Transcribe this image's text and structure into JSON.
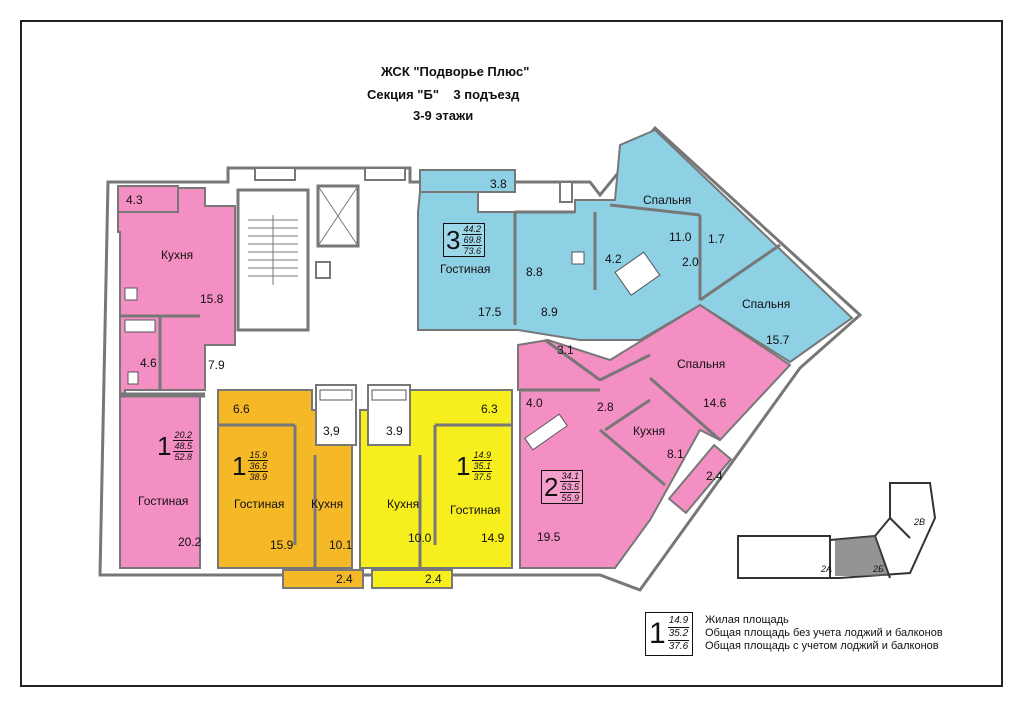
{
  "title": {
    "line1": "ЖСК \"Подворье Плюс\"",
    "line2": "Секция \"Б\"    3 подъезд",
    "line3": "3-9 этажи"
  },
  "colors": {
    "pink": "#f48fc3",
    "blue": "#8ed0e4",
    "orange": "#f5b928",
    "yellow": "#f7ee1d",
    "wall": "#777777",
    "common": "#ffffff"
  },
  "apartments": [
    {
      "id": "pink-left",
      "rooms": "1",
      "living": "20.2",
      "total_no_loggia": "48.5",
      "total_with_loggia": "52.8",
      "areas": {
        "loggia": "4.3",
        "kitchen": "15.8",
        "bath": "4.6",
        "hall": "7.9",
        "living_room": "20.2"
      }
    },
    {
      "id": "orange",
      "rooms": "1",
      "living": "15.9",
      "total_no_loggia": "36.5",
      "total_with_loggia": "38.9",
      "areas": {
        "hall": "6.6",
        "bath": "3,9",
        "living_room": "15.9",
        "kitchen": "10.1",
        "loggia": "2.4"
      }
    },
    {
      "id": "yellow",
      "rooms": "1",
      "living": "14.9",
      "total_no_loggia": "35.1",
      "total_with_loggia": "37.5",
      "areas": {
        "bath": "3.9",
        "hall": "6.3",
        "kitchen": "10.0",
        "living_room": "14.9",
        "loggia": "2.4"
      }
    },
    {
      "id": "blue",
      "rooms": "3",
      "living": "44.2",
      "total_no_loggia": "69.8",
      "total_with_loggia": "73.6",
      "areas": {
        "loggia": "3.8",
        "living_room": "17.5",
        "room": "8.8",
        "hall": "8.9",
        "bath": "4.2",
        "corridor": "2.0",
        "wc": "1.7",
        "bedroom1": "11.0",
        "bedroom2": "15.7"
      }
    },
    {
      "id": "pink-right",
      "rooms": "2",
      "living": "34.1",
      "total_no_loggia": "53.5",
      "total_with_loggia": "55.9",
      "areas": {
        "wc": "3.1",
        "bath": "4.0",
        "hall": "2.8",
        "bedroom": "14.6",
        "kitchen": "8.1",
        "loggia": "2.4",
        "living_room": "19.5"
      }
    }
  ],
  "room_names": {
    "kitchen": "Кухня",
    "living_room": "Гостиная",
    "bedroom": "Спальня"
  },
  "minimap": {
    "labels": [
      "2В",
      "2А",
      "2Б"
    ]
  },
  "legend": {
    "rooms": "1",
    "living": "14.9",
    "total_no_loggia": "35.2",
    "total_with_loggia": "37.6",
    "line1": "Жилая площадь",
    "line2": "Общая площадь без учета лоджий и балконов",
    "line3": "Общая площадь с учетом лоджий и балконов"
  }
}
